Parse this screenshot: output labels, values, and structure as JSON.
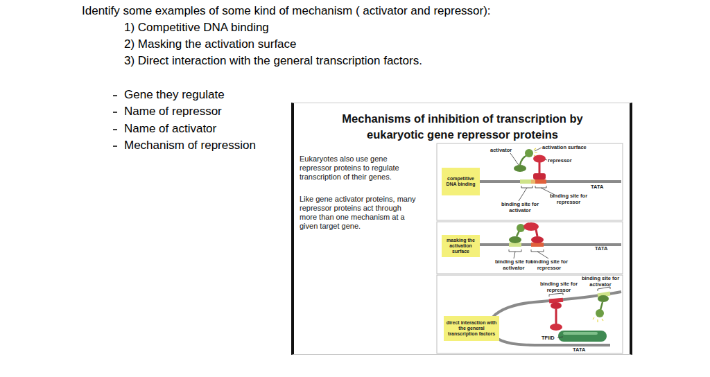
{
  "diagram": {
    "title": "Identify some examples of some kind of mechanism ( activator and repressor):",
    "nodes": [
      {
        "text": [
          "Mechanisms of inhibition of transcription by eukaryotic gene repressor proteins",
          "Eukaryotes also use gene repressor proteins to regulate transcription of their genes.",
          "Like gene activator proteins, many repressor proteins act through more than one mechanism at a given target gene."
        ]
      },
      {
        "text": [
          "competitive DNA binding"
        ],
        "in": 0
      },
      {
        "text": [
          "masking the activation surface"
        ],
        "in": 0
      },
      {
        "text": [
          "direct interaction with the general transcription factors"
        ],
        "in": 0
      }
    ],
    "labels": [
      "1) Competitive DNA binding",
      "2) Masking the activation surface",
      "3) Direct interaction with the general transcription factors.",
      "Gene they regulate",
      "Name of repressor",
      "Name of activator",
      "Mechanism of repression",
      "activator",
      "activation surface",
      "repressor",
      "TATA",
      "binding site for repressor",
      "binding site for activator",
      "binding site for activator",
      "binding site for repressor",
      "TATA",
      "binding site for repressor",
      "binding site for activator",
      "TFIID",
      "TATA"
    ]
  }
}
